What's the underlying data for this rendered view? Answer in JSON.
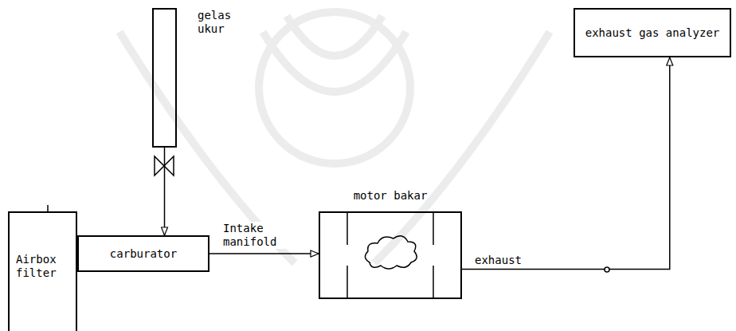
{
  "diagram": {
    "nodes": [
      {
        "text": [
          "gelas ukur"
        ]
      },
      {
        "text": [
          "exhaust gas analyzer"
        ]
      },
      {
        "text": [
          "Airbox filter"
        ]
      },
      {
        "text": [
          "carburator"
        ]
      },
      {
        "text": [
          "motor bakar"
        ]
      }
    ],
    "edges": [
      {
        "from": 0,
        "to": 3,
        "arrow": "to"
      },
      {
        "from": 3,
        "to": 4,
        "label": "Intake manifold",
        "arrow": "to"
      },
      {
        "from": 4,
        "to": 1,
        "label": "exhaust",
        "arrow": "to"
      }
    ]
  }
}
